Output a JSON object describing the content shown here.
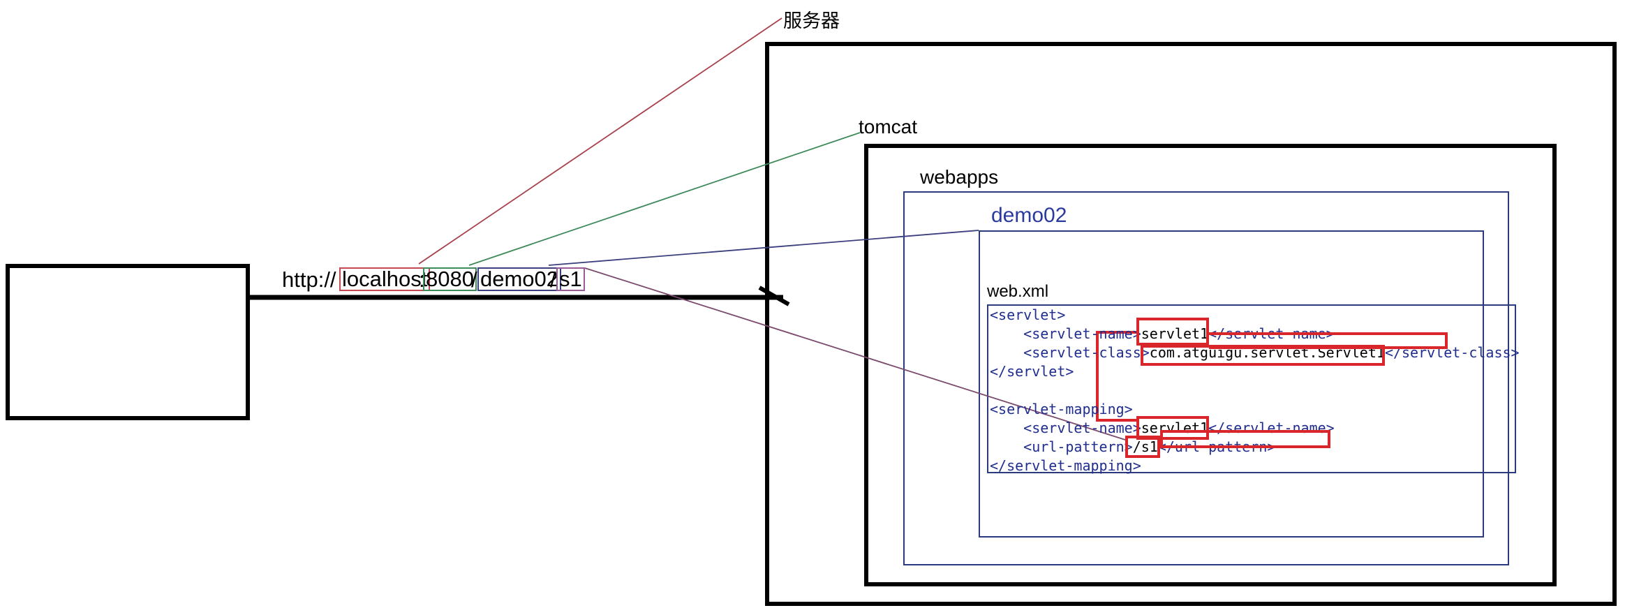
{
  "labels": {
    "server": "服务器",
    "tomcat": "tomcat",
    "webapps": "webapps",
    "app": "demo02",
    "webxml": "web.xml"
  },
  "url": {
    "scheme": "http://",
    "host": "localhost",
    "sep1": ":",
    "port": "8080",
    "sep2": "/",
    "context": "demo02",
    "sep3": "/",
    "path": "s1"
  },
  "webxml_code": {
    "l1": "<servlet>",
    "l2_a": "    <servlet-name>",
    "l2_v": "servlet1",
    "l2_b": "</servlet-name>",
    "l3_a": "    <servlet-class>",
    "l3_v": "com.atguigu.servlet.Servlet1",
    "l3_b": "</servlet-class>",
    "l4": "</servlet>",
    "l5": "",
    "l6": "<servlet-mapping>",
    "l7_a": "    <servlet-name>",
    "l7_v": "servlet1",
    "l7_b": "</servlet-name>",
    "l8_a": "    <url-pattern>",
    "l8_v": "/s1",
    "l8_b": "</url-pattern>",
    "l9": "</servlet-mapping>"
  },
  "colors": {
    "server_line": "#a8404a",
    "tomcat_line": "#3f8a5a",
    "app_line": "#3b3f7e",
    "path_line": "#7a4a6e",
    "highlight": "#d9262a",
    "xml_text": "#1f2d8f"
  }
}
